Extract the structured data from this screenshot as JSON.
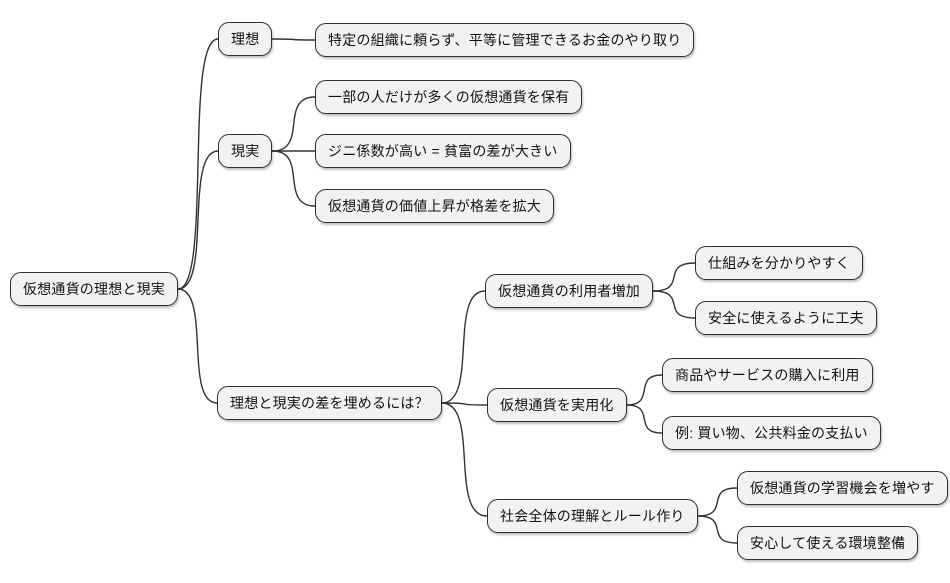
{
  "mindmap": {
    "root": {
      "label": "仮想通貨の理想と現実",
      "children": [
        {
          "label": "理想",
          "children": [
            {
              "label": "特定の組織に頼らず、平等に管理できるお金のやり取り"
            }
          ]
        },
        {
          "label": "現実",
          "children": [
            {
              "label": "一部の人だけが多くの仮想通貨を保有"
            },
            {
              "label": "ジニ係数が高い = 貧富の差が大きい"
            },
            {
              "label": "仮想通貨の価値上昇が格差を拡大"
            }
          ]
        },
        {
          "label": "理想と現実の差を埋めるには？",
          "children": [
            {
              "label": "仮想通貨の利用者増加",
              "children": [
                {
                  "label": "仕組みを分かりやすく"
                },
                {
                  "label": "安全に使えるように工夫"
                }
              ]
            },
            {
              "label": "仮想通貨を実用化",
              "children": [
                {
                  "label": "商品やサービスの購入に利用"
                },
                {
                  "label": "例: 買い物、公共料金の支払い"
                }
              ]
            },
            {
              "label": "社会全体の理解とルール作り",
              "children": [
                {
                  "label": "仮想通貨の学習機会を増やす"
                },
                {
                  "label": "安心して使える環境整備"
                }
              ]
            }
          ]
        }
      ]
    },
    "colors": {
      "background": "#ffffff",
      "node_fill": "#f2f2f2",
      "node_border": "#2f2f2f",
      "edge": "#333333"
    }
  }
}
